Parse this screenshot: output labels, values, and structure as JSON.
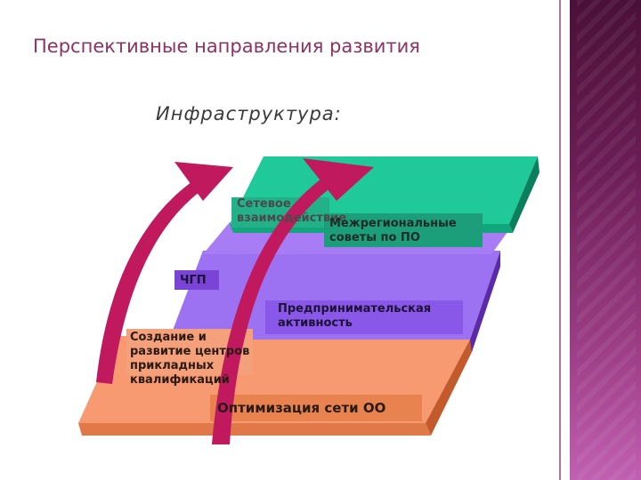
{
  "title": "Перспективные направления развития",
  "subtitle": "Инфраструктура:",
  "layers": {
    "top_left": "Сетевое взаимодействие",
    "top_right": "Межрегиональные советы по ПО",
    "middle_left": "ЧГП",
    "middle_right": "Предпринимательская активность",
    "lower_left": "Создание и развитие центров прикладных квалификаций",
    "bottom": "Оптимизация сети ОО"
  },
  "colors": {
    "title": "#8e3264",
    "green": "#1fc99a",
    "violet": "#9a6cf0",
    "orange": "#f5926a",
    "arrow": "#c0195e"
  },
  "icons": [
    "upward-arrow-left",
    "upward-arrow-right"
  ]
}
